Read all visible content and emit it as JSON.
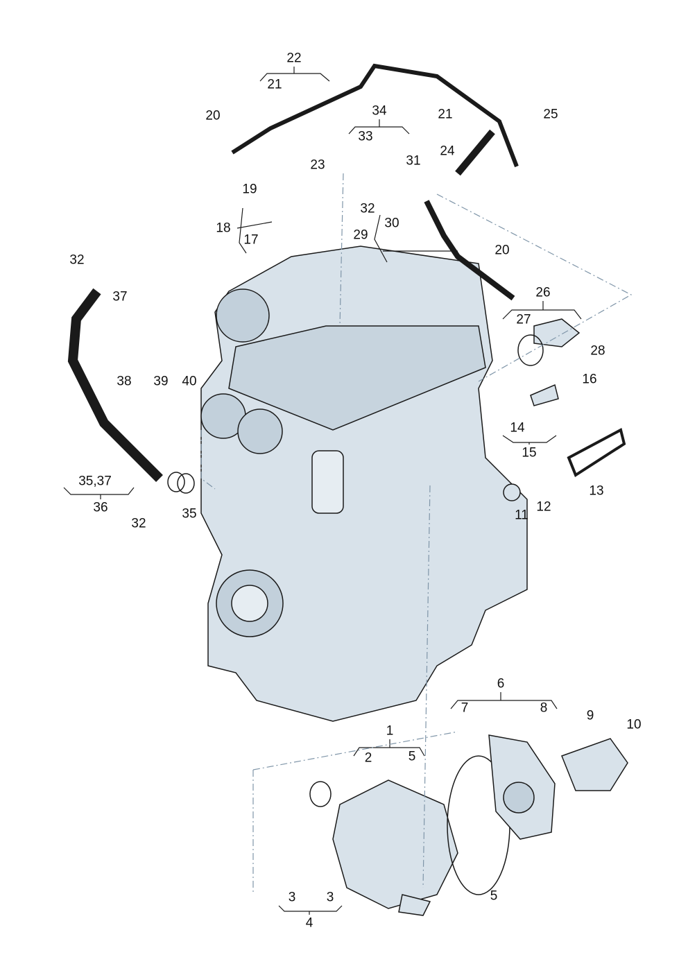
{
  "colors": {
    "part_fill": "#d8e2ea",
    "part_shade": "#a9bccb",
    "line": "#1a1a1a",
    "leader_dash": "#7f95a8"
  },
  "labels": [
    "22",
    "21",
    "20",
    "23",
    "19",
    "18",
    "17",
    "34",
    "33",
    "31",
    "32",
    "30",
    "29",
    "21",
    "24",
    "25",
    "20",
    "26",
    "27",
    "28",
    "16",
    "14",
    "15",
    "13",
    "12",
    "11",
    "32",
    "37",
    "38",
    "39",
    "40",
    "35,37",
    "36",
    "32",
    "35",
    "1",
    "2",
    "5",
    "6",
    "7",
    "8",
    "9",
    "10",
    "3",
    "3",
    "4",
    "5"
  ]
}
